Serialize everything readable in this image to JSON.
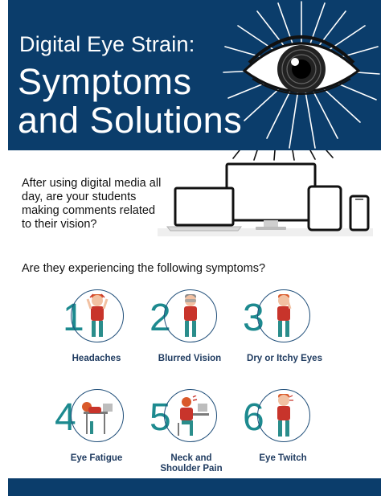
{
  "header": {
    "subtitle": "Digital Eye Strain:",
    "title_line1": "Symptoms",
    "title_line2": "and Solutions"
  },
  "intro": {
    "text": "After using digital media all day, are your students making comments related to their vision?"
  },
  "question": "Are they experiencing the following symptoms?",
  "symptoms": [
    {
      "number": "1",
      "label": "Headaches"
    },
    {
      "number": "2",
      "label": "Blurred Vision"
    },
    {
      "number": "3",
      "label": "Dry or Itchy Eyes"
    },
    {
      "number": "4",
      "label": "Eye Fatigue"
    },
    {
      "number": "5",
      "label": "Neck and Shoulder Pain"
    },
    {
      "number": "6",
      "label": "Eye Twitch"
    }
  ],
  "colors": {
    "header_bg": "#0b3d6b",
    "number_teal": "#1d8a8f",
    "label_navy": "#1f3b60",
    "shirt_red": "#c8342b",
    "pants_teal": "#2a8d8b",
    "hair_orange": "#d9592a"
  },
  "icons": [
    "eye-icon",
    "laptop-icon",
    "monitor-icon",
    "tablet-icon",
    "phone-icon"
  ]
}
